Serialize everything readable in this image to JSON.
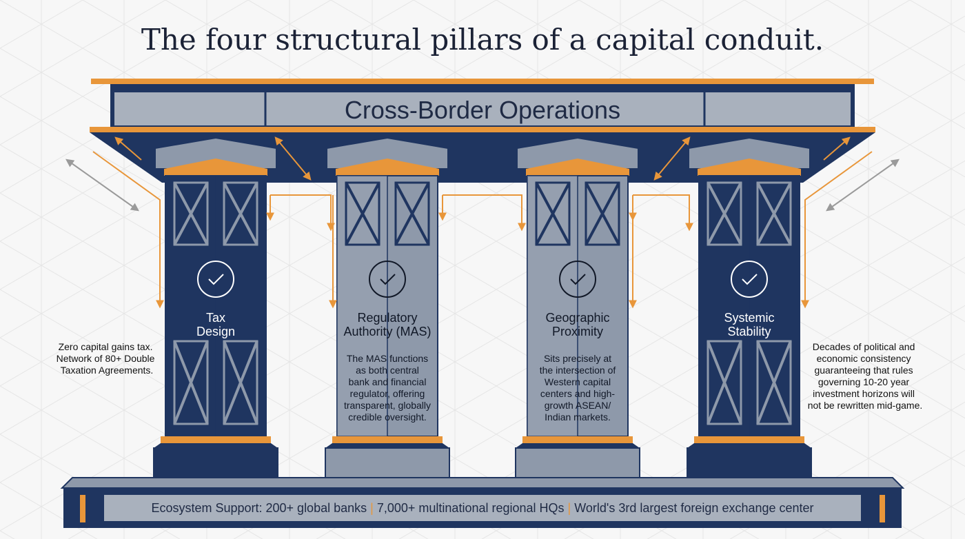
{
  "title": "The four structural pillars of a capital conduit.",
  "beam_label": "Cross-Border Operations",
  "colors": {
    "navy": "#1f3560",
    "slate": "#8e99aa",
    "orange": "#e8963a",
    "beam": "#a9b1bd",
    "background": "#f7f7f7"
  },
  "pillars": [
    {
      "style": "dark",
      "icon": "shield-check-coins-icon",
      "title": [
        "Tax",
        "Design"
      ],
      "desc": []
    },
    {
      "style": "light",
      "icon": "bank-gavel-icon",
      "title": [
        "Regulatory",
        "Authority (MAS)"
      ],
      "desc": [
        "The MAS functions",
        "as both central",
        "bank and financial",
        "regulator, offering",
        "transparent, globally",
        "credible oversight."
      ]
    },
    {
      "style": "light",
      "icon": "compass-world-map-icon",
      "title": [
        "Geographic",
        "Proximity"
      ],
      "desc": [
        "Sits precisely at",
        "the intersection of",
        "Western capital",
        "centers and high-",
        "growth ASEAN/",
        "Indian markets."
      ]
    },
    {
      "style": "dark",
      "icon": "castle-clock-arrow-icon",
      "title": [
        "Systemic",
        "Stability"
      ],
      "desc": []
    }
  ],
  "left_note": [
    "Zero capital gains tax.",
    "Network of 80+ Double",
    "Taxation Agreements."
  ],
  "right_note": [
    "Decades of political and",
    "economic consistency",
    "guaranteeing that rules",
    "governing 10-20 year",
    "investment horizons will",
    "not be rewritten mid-game."
  ],
  "ecosystem": {
    "prefix": "Ecosystem Support: 200+ global banks",
    "item2": "7,000+ multinational regional HQs",
    "item3": "World's 3rd largest foreign exchange center",
    "separator": "|"
  }
}
